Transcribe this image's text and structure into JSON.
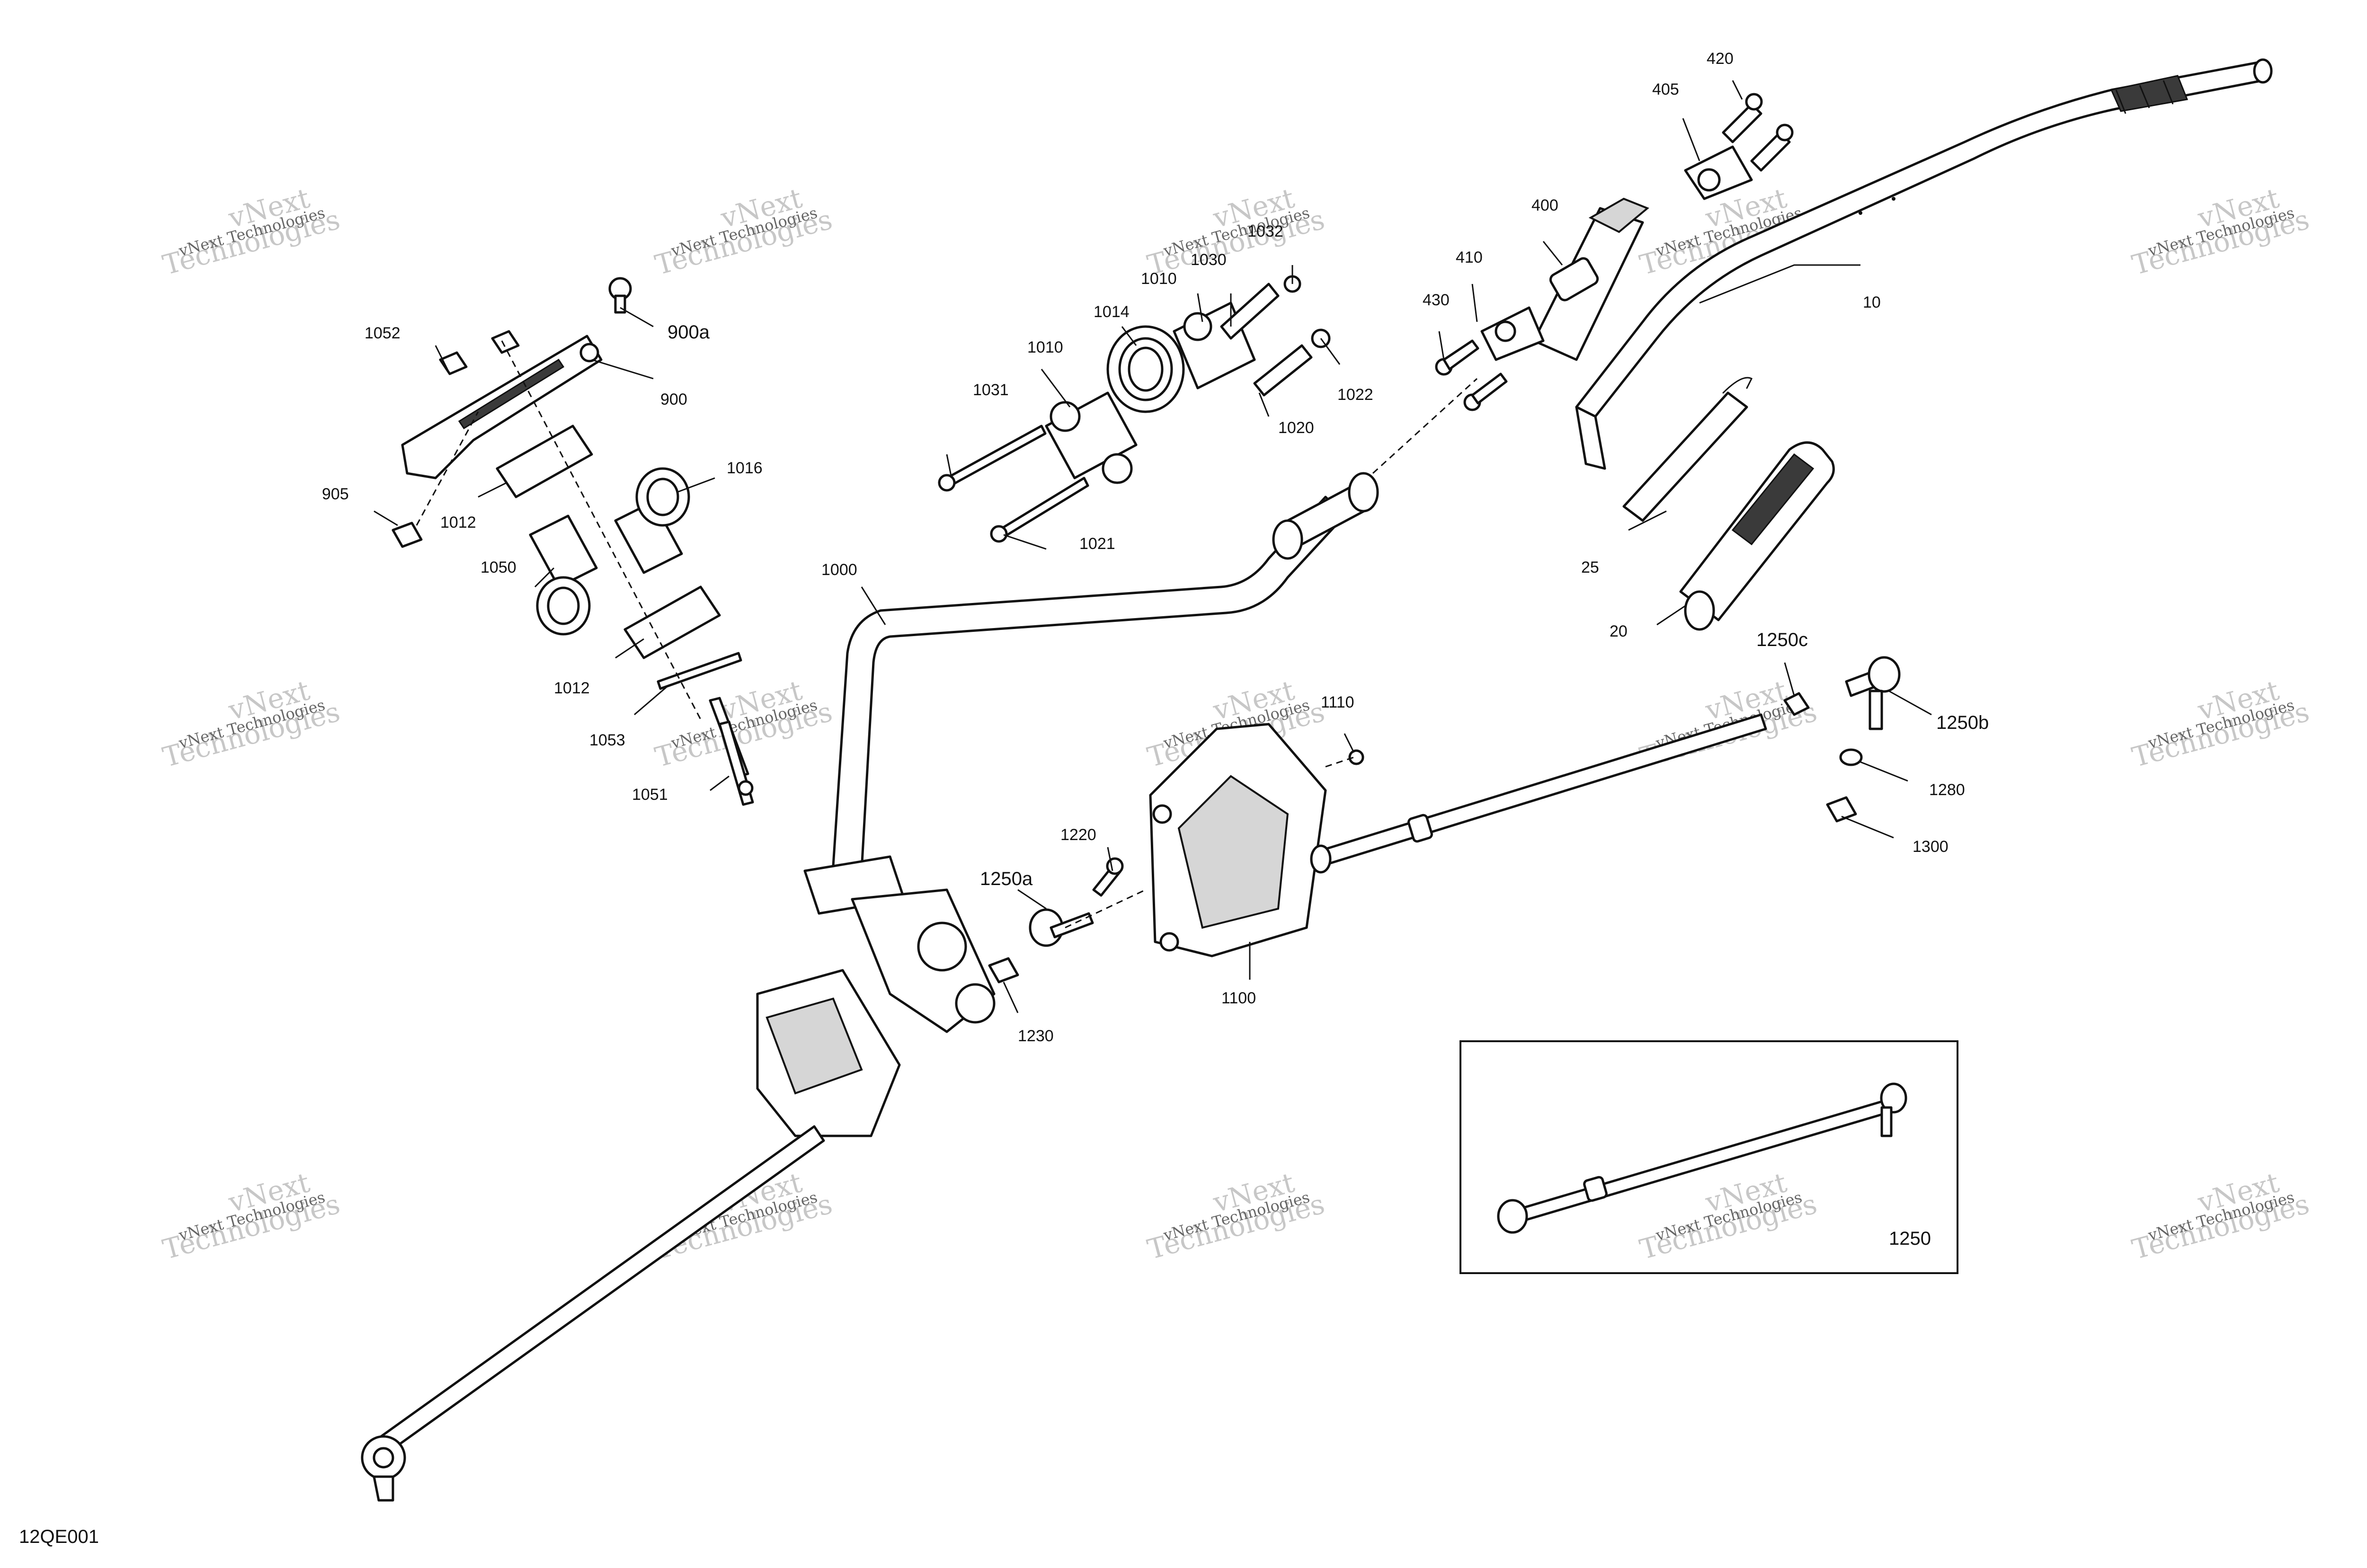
{
  "drawing_id": "12QE001",
  "watermark": {
    "line1": "vNext",
    "line2": "Technologies",
    "caption": "vNext Technologies"
  },
  "callouts": {
    "p10": "10",
    "p20": "20",
    "p25": "25",
    "p400": "400",
    "p405": "405",
    "p410": "410",
    "p420": "420",
    "p430": "430",
    "p900": "900",
    "p900a": "900a",
    "p905": "905",
    "p1000": "1000",
    "p1010a": "1010",
    "p1010b": "1010",
    "p1012a": "1012",
    "p1012b": "1012",
    "p1014": "1014",
    "p1016": "1016",
    "p1020": "1020",
    "p1021": "1021",
    "p1022": "1022",
    "p1030": "1030",
    "p1031": "1031",
    "p1032": "1032",
    "p1050": "1050",
    "p1051": "1051",
    "p1052": "1052",
    "p1053": "1053",
    "p1100": "1100",
    "p1110": "1110",
    "p1220": "1220",
    "p1230": "1230",
    "p1250": "1250",
    "p1250a": "1250a",
    "p1250b": "1250b",
    "p1250c": "1250c",
    "p1280": "1280",
    "p1300": "1300"
  }
}
